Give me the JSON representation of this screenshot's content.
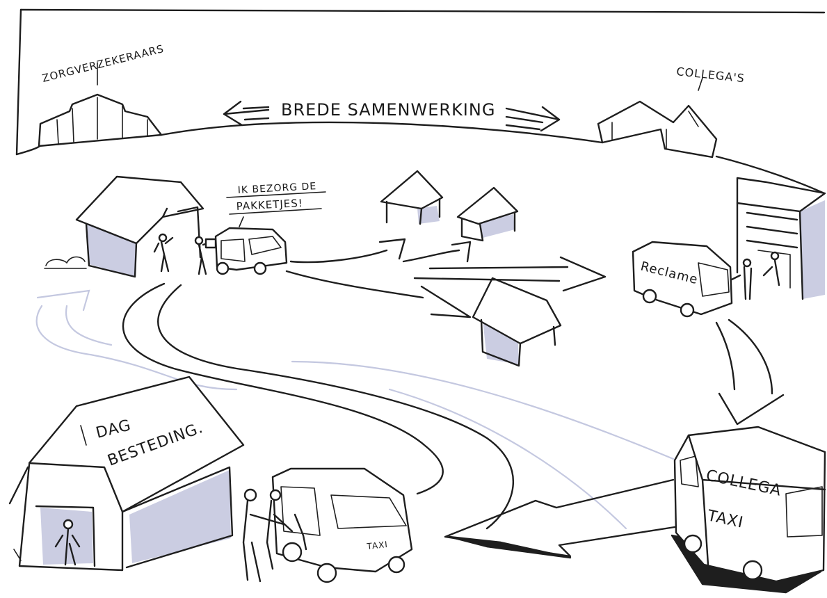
{
  "labels": {
    "insurers": "ZORGVERZEKERAARS",
    "colleagues": "COLLEGA'S",
    "cooperation": "BREDE SAMENWERKING",
    "delivery_line1": "IK BEZORG DE",
    "delivery_line2": "PAKKETJES!",
    "advertising": "Reclame",
    "daycare_line1": "DAG",
    "daycare_line2": "BESTEDING.",
    "colleague_taxi_line1": "COLLEGA",
    "colleague_taxi_line2": "TAXI",
    "small_taxi": "TAXI"
  },
  "colors": {
    "ink": "#1e1e1e",
    "shade": "#b9bcd8",
    "pale_route": "#c4c8e0",
    "background": "#ffffff"
  }
}
